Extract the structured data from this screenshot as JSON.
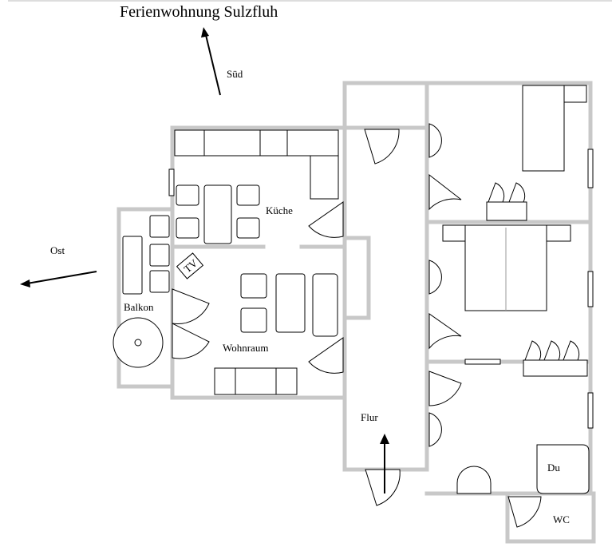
{
  "title": "Ferienwohnung Sulzfluh",
  "compass": {
    "south": "Süd",
    "east": "Ost"
  },
  "rooms": {
    "kitchen": "Küche",
    "balcony": "Balkon",
    "living": "Wohnraum",
    "hall": "Flur",
    "shower": "Du",
    "wc": "WC"
  },
  "tv": "TV",
  "colors": {
    "wall": "#c8c8c8",
    "line": "#000000",
    "background": "#ffffff"
  }
}
